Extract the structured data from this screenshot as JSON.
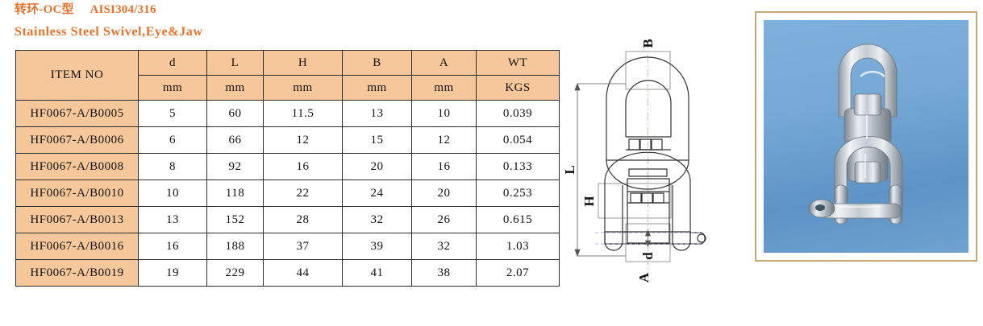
{
  "titles": {
    "line1": "转环-OC型     AISI304/316",
    "line2": "Stainless Steel Swivel,Eye&Jaw"
  },
  "colors": {
    "title_orange": "#E8722C",
    "header_fill": "#F5C79B",
    "table_border": "#2e2e2e",
    "photo_border": "#C9A877",
    "photo_background": "#6FA6D6",
    "drawing_line": "#333333",
    "centerline": "#B9D4A0"
  },
  "table": {
    "columns": [
      {
        "key": "item",
        "label": "ITEM NO",
        "unit": ""
      },
      {
        "key": "d",
        "label": "d",
        "unit": "mm"
      },
      {
        "key": "L",
        "label": "L",
        "unit": "mm"
      },
      {
        "key": "H",
        "label": "H",
        "unit": "mm"
      },
      {
        "key": "B",
        "label": "B",
        "unit": "mm"
      },
      {
        "key": "A",
        "label": "A",
        "unit": "mm"
      },
      {
        "key": "WT",
        "label": "WT",
        "unit": "KGS"
      }
    ],
    "rows": [
      {
        "item": "HF0067-A/B0005",
        "d": "5",
        "L": "60",
        "H": "11.5",
        "B": "13",
        "A": "10",
        "WT": "0.039"
      },
      {
        "item": "HF0067-A/B0006",
        "d": "6",
        "L": "66",
        "H": "12",
        "B": "15",
        "A": "12",
        "WT": "0.054"
      },
      {
        "item": "HF0067-A/B0008",
        "d": "8",
        "L": "92",
        "H": "16",
        "B": "20",
        "A": "16",
        "WT": "0.133"
      },
      {
        "item": "HF0067-A/B0010",
        "d": "10",
        "L": "118",
        "H": "22",
        "B": "24",
        "A": "20",
        "WT": "0.253"
      },
      {
        "item": "HF0067-A/B0013",
        "d": "13",
        "L": "152",
        "H": "28",
        "B": "32",
        "A": "26",
        "WT": "0.615"
      },
      {
        "item": "HF0067-A/B0016",
        "d": "16",
        "L": "188",
        "H": "37",
        "B": "39",
        "A": "32",
        "WT": "1.03"
      },
      {
        "item": "HF0067-A/B0019",
        "d": "19",
        "L": "229",
        "H": "44",
        "B": "41",
        "A": "38",
        "WT": "2.07"
      }
    ]
  },
  "drawing": {
    "labels": {
      "B": "B",
      "L": "L",
      "H": "H",
      "d": "d",
      "A": "A"
    }
  },
  "photo": {
    "subject": "stainless-steel-swivel-eye-and-jaw"
  }
}
